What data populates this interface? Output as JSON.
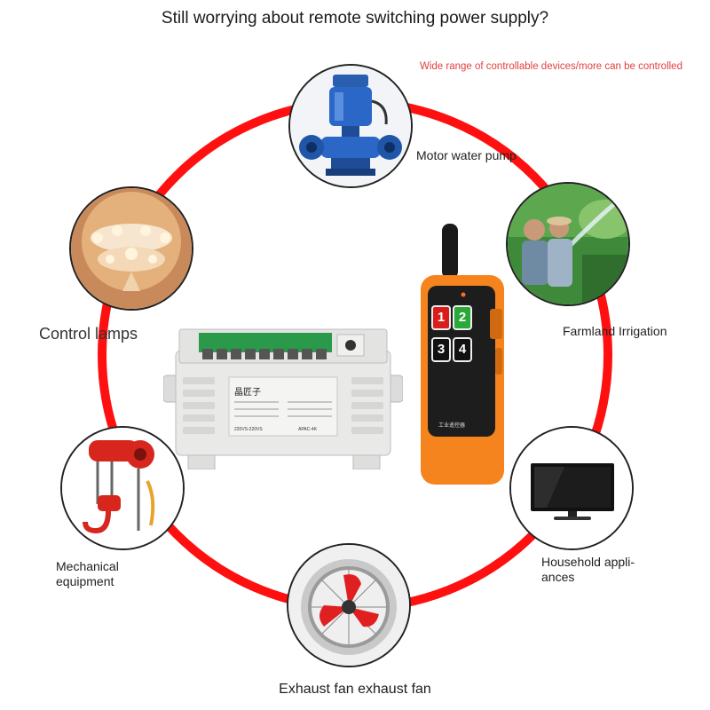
{
  "headline": "Still worrying about remote switching power supply?",
  "subline": "Wide range of controllable devices/more can be controlled",
  "ring_color": "#ff1010",
  "devices": [
    {
      "id": "pump",
      "label": "Motor water pump",
      "icon": "water-pump-icon"
    },
    {
      "id": "irrigation",
      "label": "Farmland Irrigation",
      "icon": "irrigation-icon"
    },
    {
      "id": "household",
      "label_line1": "Household appli-",
      "label_line2": "ances",
      "icon": "tv-icon"
    },
    {
      "id": "fan",
      "label": "Exhaust fan exhaust fan",
      "icon": "exhaust-fan-icon"
    },
    {
      "id": "mechanical",
      "label_line1": "Mechanical",
      "label_line2": "equipment",
      "icon": "chain-hoist-icon"
    },
    {
      "id": "lamps",
      "label": "Control lamps",
      "icon": "chandelier-icon"
    }
  ],
  "receiver": {
    "brand": "晶匠子",
    "model": "APAC-4K",
    "spec": "220VS-220VS"
  },
  "remote": {
    "buttons": [
      "1",
      "2",
      "3",
      "4"
    ],
    "button_colors": [
      "#d91c1c",
      "#2aa83a",
      "#111111",
      "#111111"
    ],
    "body_color": "#f5841f",
    "footer": "工业遥控器"
  }
}
